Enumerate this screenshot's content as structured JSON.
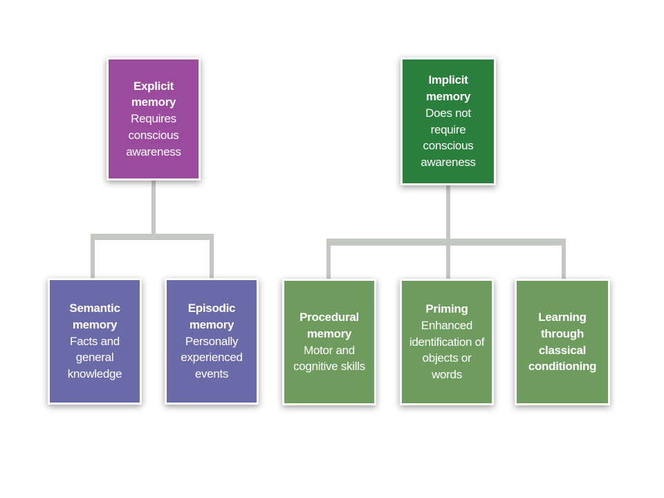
{
  "colors": {
    "explicit": "#9b4a9d",
    "implicit": "#2a7f3c",
    "semantic": "#6a6aa8",
    "procedural": "#6e9c5e"
  },
  "explicit": {
    "title": "Explicit memory",
    "lines": [
      "Requires conscious",
      "awareness"
    ],
    "children": [
      {
        "title": "Semantic memory",
        "lines": [
          "Facts and",
          "general knowledge"
        ]
      },
      {
        "title": "Episodic memory",
        "lines": [
          "Personally",
          "experienced events"
        ]
      }
    ]
  },
  "implicit": {
    "title": "Implicit memory",
    "lines": [
      "Does not require",
      "conscious awareness"
    ],
    "children": [
      {
        "title": "Procedural memory",
        "lines": [
          "Motor and",
          "cognitive skills"
        ]
      },
      {
        "title": "Priming",
        "lines": [
          "Enhanced",
          "identification of",
          "objects or words"
        ]
      },
      {
        "title": "Learning through classical conditioning",
        "lines": []
      }
    ]
  }
}
